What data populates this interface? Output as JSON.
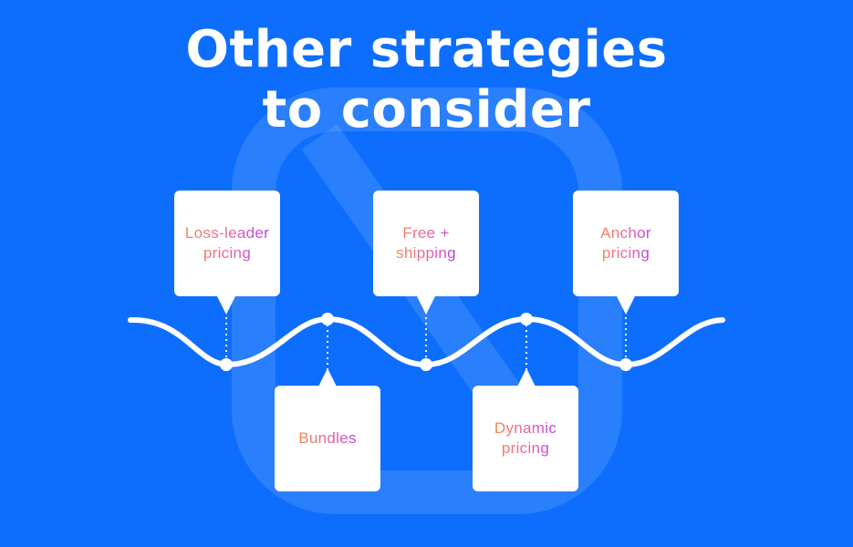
{
  "title": {
    "line1": "Other strategies",
    "line2": "to consider"
  },
  "cards": [
    {
      "label": "Loss-leader\npricing",
      "position": "top"
    },
    {
      "label": "Bundles",
      "position": "bottom"
    },
    {
      "label": "Free +\nshipping",
      "position": "top"
    },
    {
      "label": "Dynamic\npricing",
      "position": "bottom"
    },
    {
      "label": "Anchor\npricing",
      "position": "top"
    }
  ],
  "colors": {
    "background": "#0d6efd",
    "card": "#ffffff",
    "text_gradient": [
      "#f7874b",
      "#e45fb0",
      "#b63fe6"
    ],
    "line": "#ffffff"
  }
}
